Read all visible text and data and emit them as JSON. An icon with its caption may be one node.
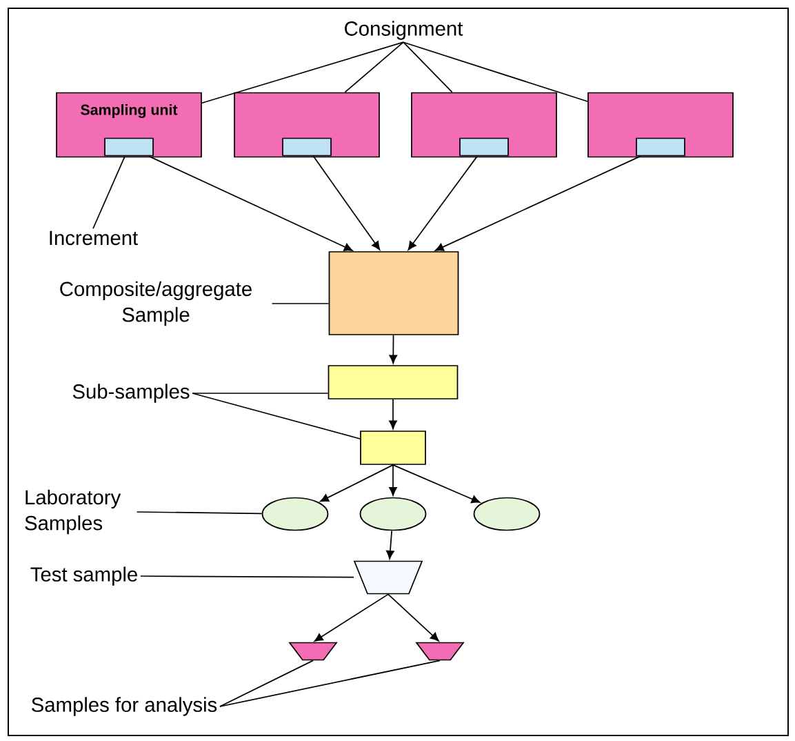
{
  "diagram": {
    "nodes": [
      {
        "text": [
          "Consignment"
        ]
      },
      {
        "text": [
          "Sampling unit"
        ]
      },
      {
        "text": [],
        "shape": "box",
        "in": 1
      },
      {
        "text": [],
        "shape": "box"
      },
      {
        "text": [],
        "shape": "box",
        "in": 3
      },
      {
        "text": [],
        "shape": "box"
      },
      {
        "text": [],
        "shape": "box",
        "in": 5
      },
      {
        "text": [],
        "shape": "box"
      },
      {
        "text": [],
        "shape": "box",
        "in": 7
      },
      {
        "text": [
          "Increment"
        ]
      },
      {
        "text": [
          "Composite/aggregate Sample"
        ]
      },
      {
        "text": [],
        "shape": "box"
      },
      {
        "text": [
          "Sub-samples"
        ]
      },
      {
        "text": [],
        "shape": "box"
      },
      {
        "text": [],
        "shape": "box"
      },
      {
        "text": [
          "Laboratory Samples"
        ]
      },
      {
        "text": [],
        "shape": "ellipse"
      },
      {
        "text": [],
        "shape": "ellipse"
      },
      {
        "text": [],
        "shape": "ellipse"
      },
      {
        "text": [
          "Test sample"
        ]
      },
      {
        "text": [],
        "shape": "trapezoid"
      },
      {
        "text": [],
        "shape": "trapezoid"
      },
      {
        "text": [],
        "shape": "trapezoid"
      },
      {
        "text": [
          "Samples for analysis"
        ]
      }
    ],
    "edges": [
      {
        "from": 0,
        "to": 1,
        "arrow": "none"
      },
      {
        "from": 0,
        "to": 3,
        "arrow": "none"
      },
      {
        "from": 0,
        "to": 5,
        "arrow": "none"
      },
      {
        "from": 0,
        "to": 7,
        "arrow": "none"
      },
      {
        "from": 9,
        "to": 2,
        "arrow": "none"
      },
      {
        "from": 2,
        "to": 11,
        "arrow": "to"
      },
      {
        "from": 4,
        "to": 11,
        "arrow": "to"
      },
      {
        "from": 6,
        "to": 11,
        "arrow": "to"
      },
      {
        "from": 8,
        "to": 11,
        "arrow": "to"
      },
      {
        "from": 10,
        "to": 11,
        "arrow": "none"
      },
      {
        "from": 11,
        "to": 13,
        "arrow": "to"
      },
      {
        "from": 12,
        "to": 13,
        "arrow": "none"
      },
      {
        "from": 12,
        "to": 14,
        "arrow": "none"
      },
      {
        "from": 13,
        "to": 14,
        "arrow": "to"
      },
      {
        "from": 14,
        "to": 16,
        "arrow": "to"
      },
      {
        "from": 14,
        "to": 17,
        "arrow": "to"
      },
      {
        "from": 14,
        "to": 18,
        "arrow": "to"
      },
      {
        "from": 15,
        "to": 16,
        "arrow": "none"
      },
      {
        "from": 17,
        "to": 20,
        "arrow": "to"
      },
      {
        "from": 19,
        "to": 20,
        "arrow": "none"
      },
      {
        "from": 20,
        "to": 21,
        "arrow": "to"
      },
      {
        "from": 20,
        "to": 22,
        "arrow": "to"
      },
      {
        "from": 23,
        "to": 21,
        "arrow": "none"
      },
      {
        "from": 23,
        "to": 22,
        "arrow": "none"
      }
    ]
  }
}
